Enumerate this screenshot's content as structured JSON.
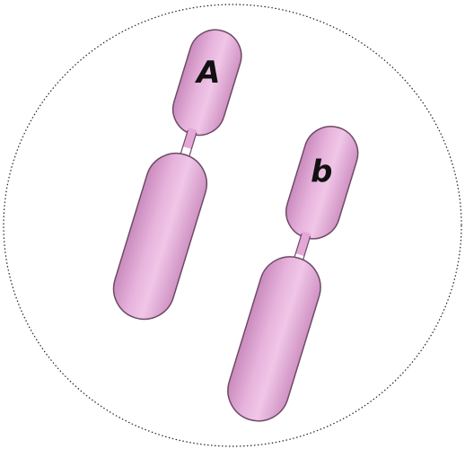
{
  "diagram": {
    "chromosomes": [
      {
        "id": "chromosome-1",
        "gene_label": "A"
      },
      {
        "id": "chromosome-2",
        "gene_label": "b"
      }
    ],
    "colors": {
      "chromatid_fill": "#e3a8d6",
      "chromatid_highlight": "#f2cdea",
      "chromatid_outline": "#6e4a66",
      "cell_boundary": "#222222",
      "background": "#ffffff"
    }
  }
}
